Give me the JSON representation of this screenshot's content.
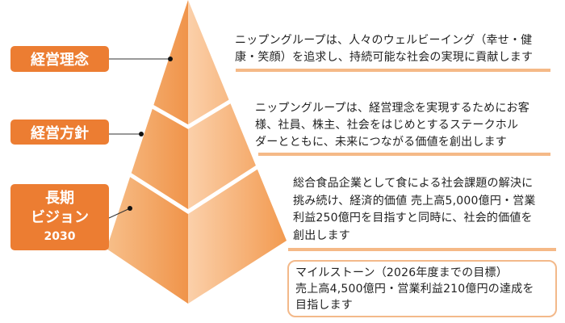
{
  "colors": {
    "accent": "#ec7d32",
    "rule": "#f5b987",
    "pyramid_light": "#fbd3b0",
    "pyramid_dark": "#f09648"
  },
  "levels": [
    {
      "label": "経営理念",
      "text_lines": [
        "ニップングループは、人々のウェルビーイング（幸せ・健",
        "康・笑顔）を追求し、持続可能な社会の実現に貢献します"
      ]
    },
    {
      "label": "経営方針",
      "text_lines": [
        "ニップングループは、経営理念を実現するためにお客",
        "様、社員、株主、社会をはじめとするステークホル",
        "ダーとともに、未来につながる価値を創出します"
      ]
    },
    {
      "label_lines": [
        "長期",
        "ビジョン",
        "2030"
      ],
      "text_lines": [
        "総合食品企業として食による社会課題の解決に",
        "挑み続け、経済的価値 売上高5,000億円・営業",
        "利益250億円を目指すと同時に、社会的価値を",
        "創出します"
      ]
    }
  ],
  "milestone": {
    "lines": [
      "マイルストーン（2026年度までの目標）",
      "売上高4,500億円・営業利益210億円の達成を",
      "目指します"
    ]
  }
}
